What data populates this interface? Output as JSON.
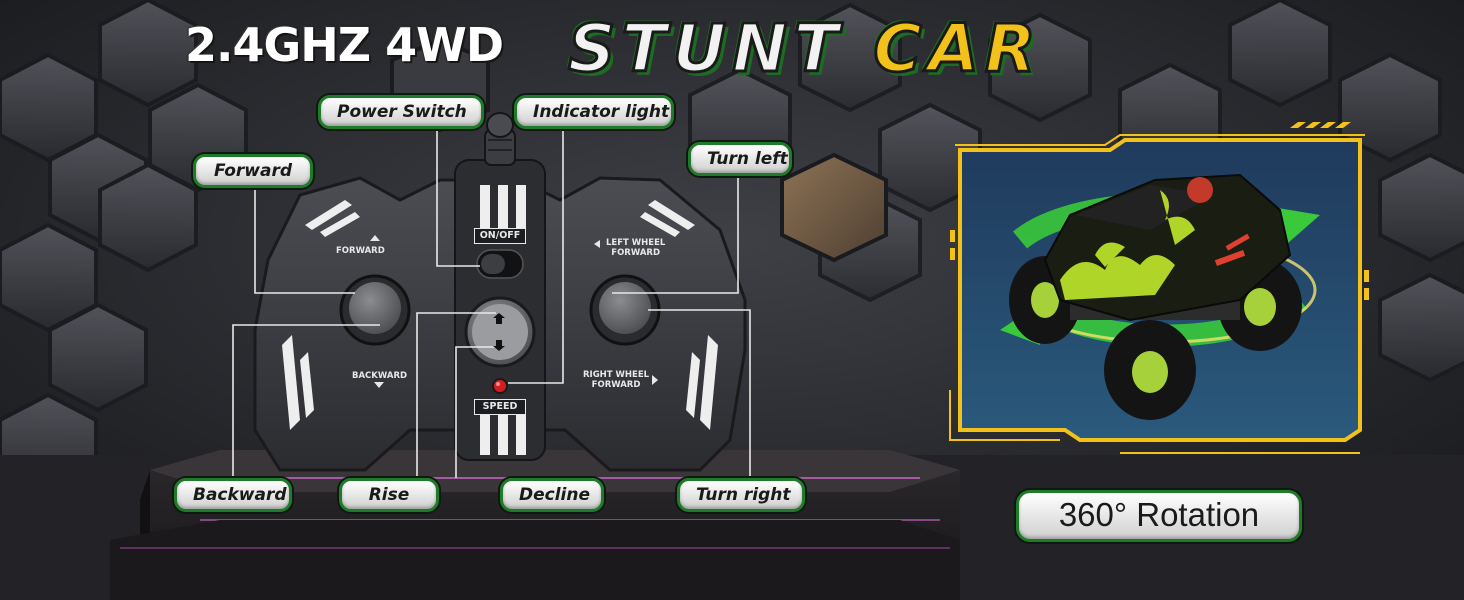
{
  "title": {
    "part1": "2.4GHZ 4WD",
    "part2a": "STUNT",
    "part2b": "CAR"
  },
  "callouts": {
    "power_switch": "Power Switch",
    "indicator_light": "Indicator light",
    "forward": "Forward",
    "turn_left": "Turn left",
    "backward": "Backward",
    "rise": "Rise",
    "decline": "Decline",
    "turn_right": "Turn right"
  },
  "controller": {
    "forward": "FORWARD",
    "backward": "BACKWARD",
    "on_off": "ON/OFF",
    "speed": "SPEED",
    "left_wheel_line1": "LEFT WHEEL",
    "left_wheel_line2": "FORWARD",
    "right_wheel_line1": "RIGHT WHEEL",
    "right_wheel_line2": "FORWARD"
  },
  "rotation_label": "360° Rotation",
  "colors": {
    "accent_green": "#1f7a2a",
    "frame_yellow": "#f2c21a",
    "arrow_green": "#39c93b"
  },
  "icons": [
    "wheel-spin-up-icon",
    "wheel-spin-down-icon",
    "arrow-up-icon",
    "arrow-down-icon",
    "arrow-left-icon",
    "arrow-right-icon",
    "rotation-arrow-icon"
  ]
}
